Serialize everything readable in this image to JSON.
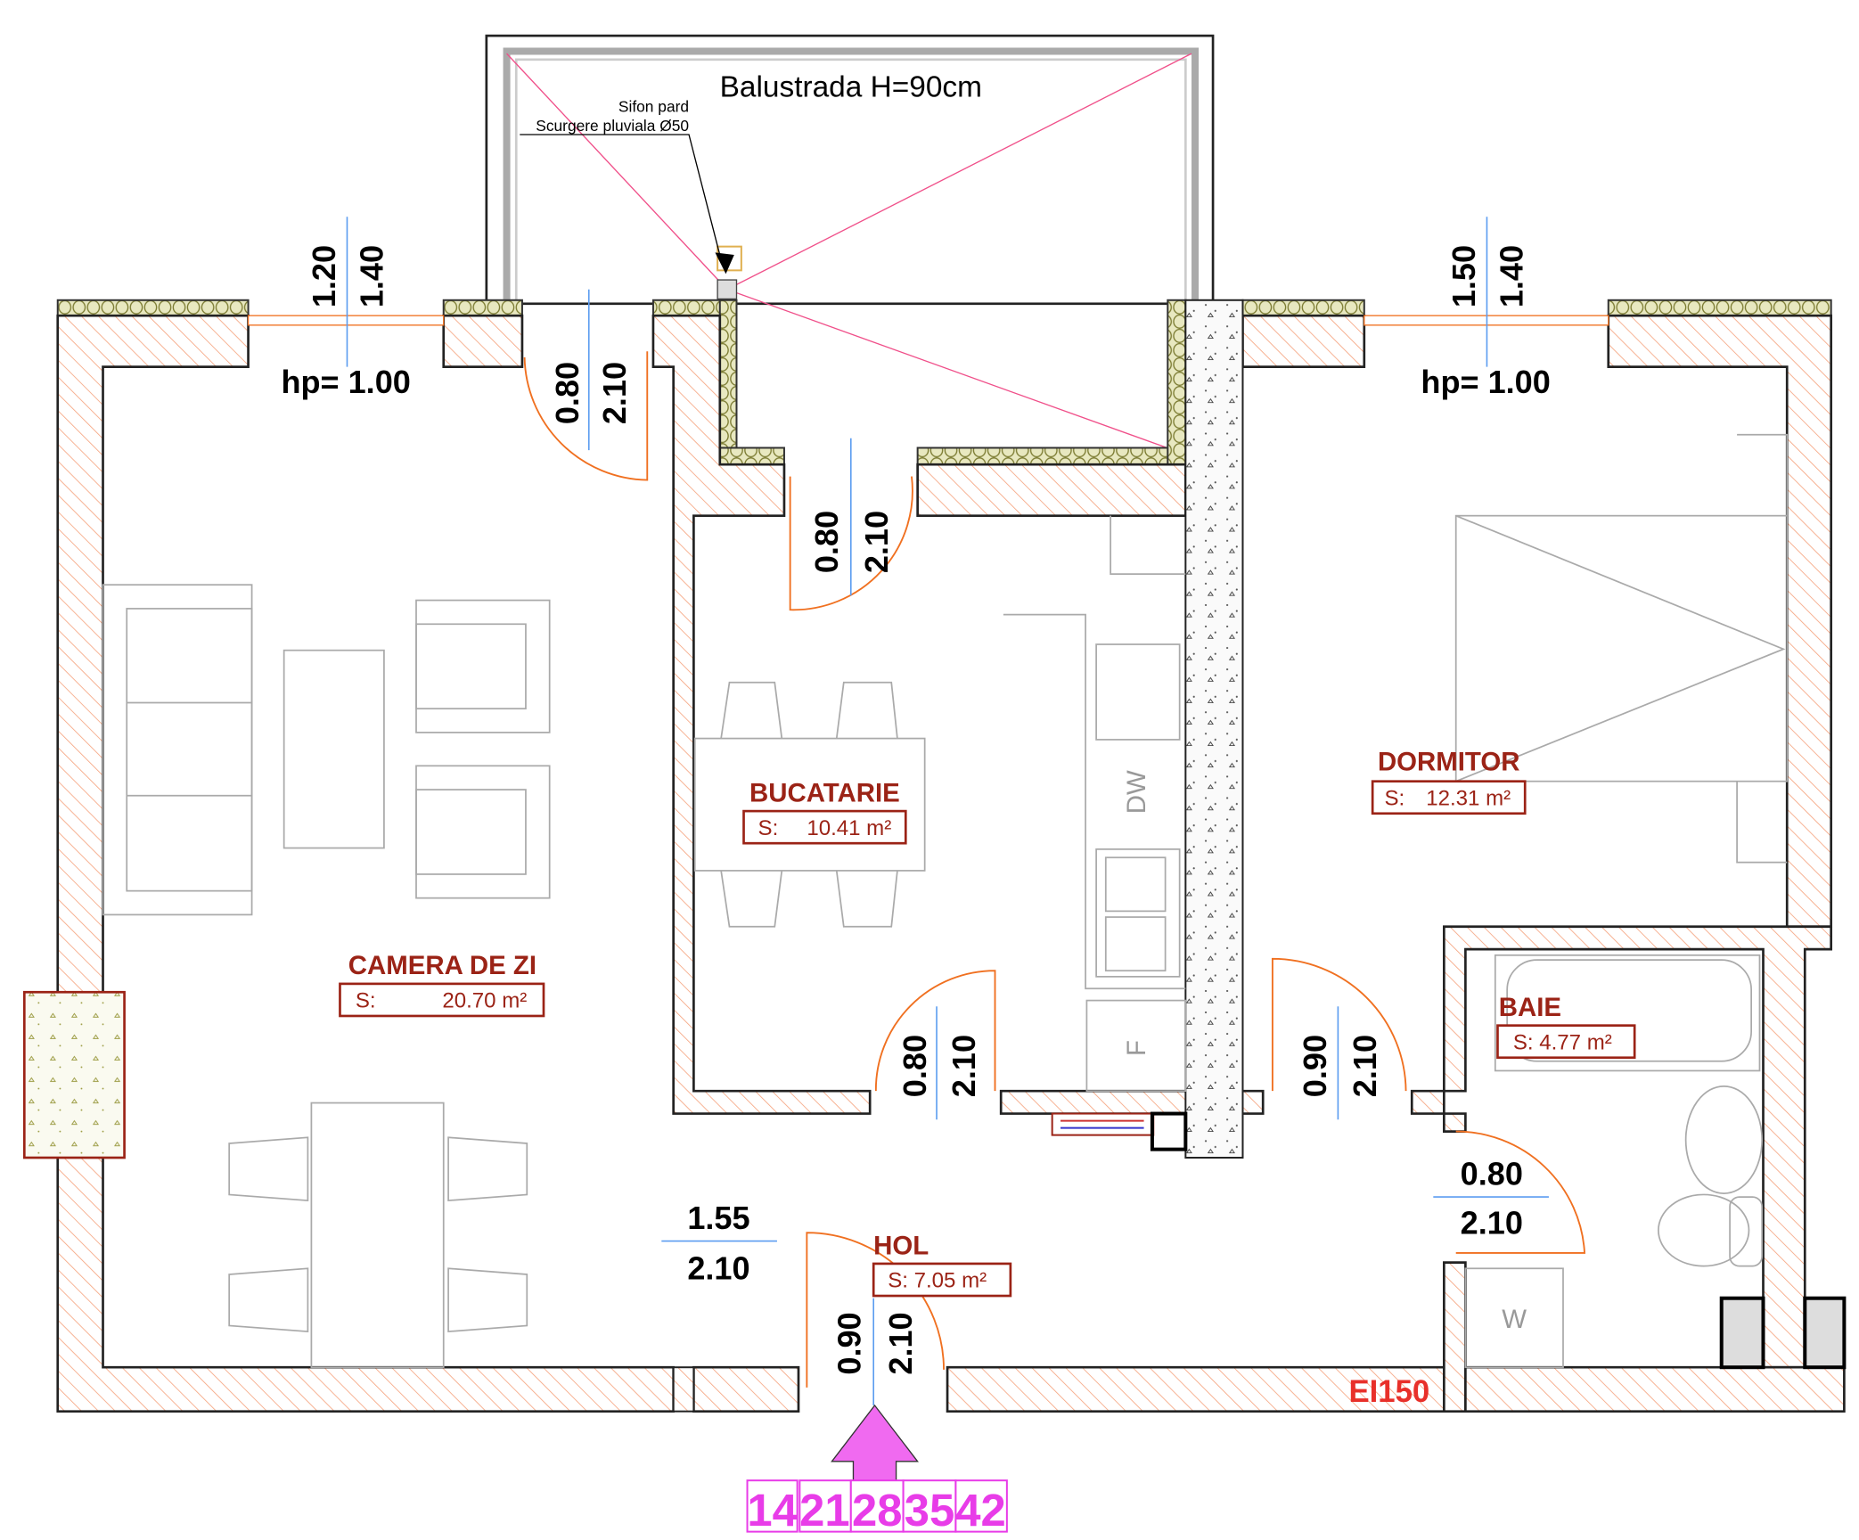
{
  "balcony": {
    "title": "Balustrada H=90cm",
    "note_line1": "Sifon pard",
    "note_line2": "Scurgere pluviala Ø50"
  },
  "windows": [
    {
      "width": "1.20",
      "height": "1.40",
      "sill": "hp= 1.00"
    },
    {
      "width": "1.50",
      "height": "1.40",
      "sill": "hp= 1.00"
    }
  ],
  "doors": [
    {
      "width": "0.80",
      "height": "2.10"
    },
    {
      "width": "0.80",
      "height": "2.10"
    },
    {
      "width": "0.80",
      "height": "2.10"
    },
    {
      "width": "0.90",
      "height": "2.10"
    },
    {
      "width": "0.90",
      "height": "2.10"
    },
    {
      "width": "1.55",
      "height": "2.10"
    },
    {
      "width": "0.80",
      "height": "2.10"
    }
  ],
  "rooms": [
    {
      "name": "CAMERA DE ZI",
      "area_prefix": "S:",
      "area": "20.70 m²"
    },
    {
      "name": "BUCATARIE",
      "area_prefix": "S:",
      "area": "10.41 m²"
    },
    {
      "name": "DORMITOR",
      "area_prefix": "S:",
      "area": "12.31 m²"
    },
    {
      "name": "BAIE",
      "area_prefix": "S:",
      "area": "4.77 m²"
    },
    {
      "name": "HOL",
      "area_prefix": "S:",
      "area": "7.05 m²"
    }
  ],
  "appliances": {
    "dishwasher": "DW",
    "fridge": "F",
    "washer": "W"
  },
  "fire_rating": "EI150",
  "entrance_numbers": [
    "14",
    "21",
    "28",
    "35",
    "42"
  ],
  "colors": {
    "hatch": "#f5a07a",
    "door": "#f07020",
    "room_label": "#9b2316",
    "fire": "#e8302a",
    "entrance": "#e83ce8",
    "dim_line": "#5b9cf0"
  }
}
